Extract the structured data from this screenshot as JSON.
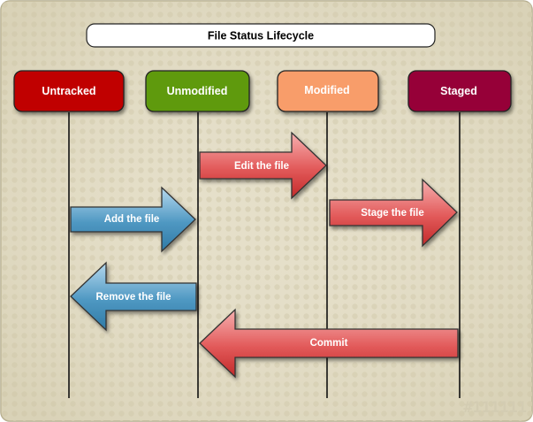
{
  "title": "File Status Lifecycle",
  "states": [
    {
      "id": "untracked",
      "label": "Untracked",
      "color": "#c00000"
    },
    {
      "id": "unmodified",
      "label": "Unmodified",
      "color": "#5f9a0e"
    },
    {
      "id": "modified",
      "label": "Modified",
      "color": "#f89d6b"
    },
    {
      "id": "staged",
      "label": "Staged",
      "color": "#960037"
    }
  ],
  "transitions": [
    {
      "label": "Edit the file",
      "from": "unmodified",
      "to": "modified",
      "color": "red"
    },
    {
      "label": "Add the file",
      "from": "untracked",
      "to": "unmodified",
      "color": "blue"
    },
    {
      "label": "Stage the file",
      "from": "modified",
      "to": "staged",
      "color": "red"
    },
    {
      "label": "Remove the file",
      "from": "unmodified",
      "to": "untracked",
      "color": "blue"
    },
    {
      "label": "Commit",
      "from": "staged",
      "to": "unmodified",
      "color": "red"
    }
  ],
  "watermark": "#111111",
  "colors": {
    "background": "#e5dfc9",
    "red_arrow_light": "#f3a0a0",
    "red_arrow_dark": "#d63a3a",
    "blue_arrow_light": "#a8d0e8",
    "blue_arrow_dark": "#3c86b0"
  }
}
